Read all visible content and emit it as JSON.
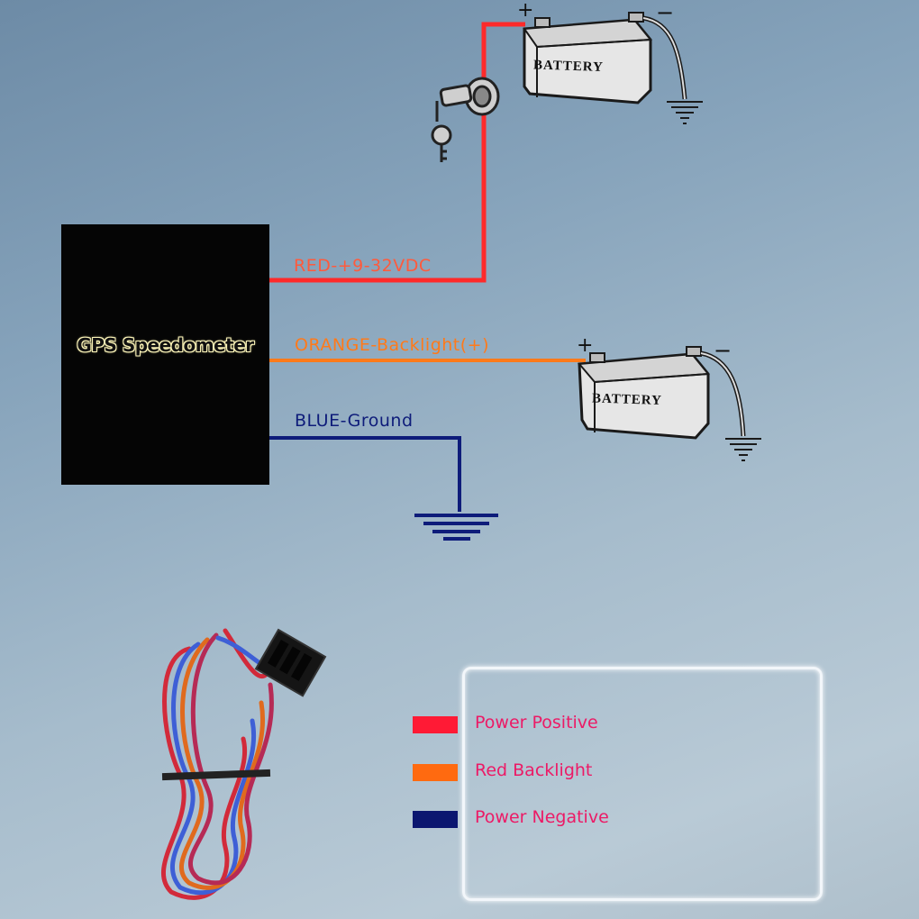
{
  "unit": {
    "title": "GPS Speedometer"
  },
  "wires": [
    {
      "id": "red",
      "label": "RED-+9-32VDC",
      "color": "#ff2a2a"
    },
    {
      "id": "orange",
      "label": "ORANGE-Backlight(+)",
      "color": "#ff7a1a"
    },
    {
      "id": "blue",
      "label": "BLUE-Ground",
      "color": "#0e1c7a"
    }
  ],
  "batteries": [
    {
      "label": "BATTERY",
      "plus": "+",
      "minus": "−"
    },
    {
      "label": "BATTERY",
      "plus": "+",
      "minus": "−"
    }
  ],
  "legend": {
    "items": [
      {
        "label": "Power Positive",
        "color": "#ff1a35"
      },
      {
        "label": "Red Backlight",
        "color": "#ff6a10"
      },
      {
        "label": "Power Negative",
        "color": "#0b1670"
      }
    ]
  }
}
